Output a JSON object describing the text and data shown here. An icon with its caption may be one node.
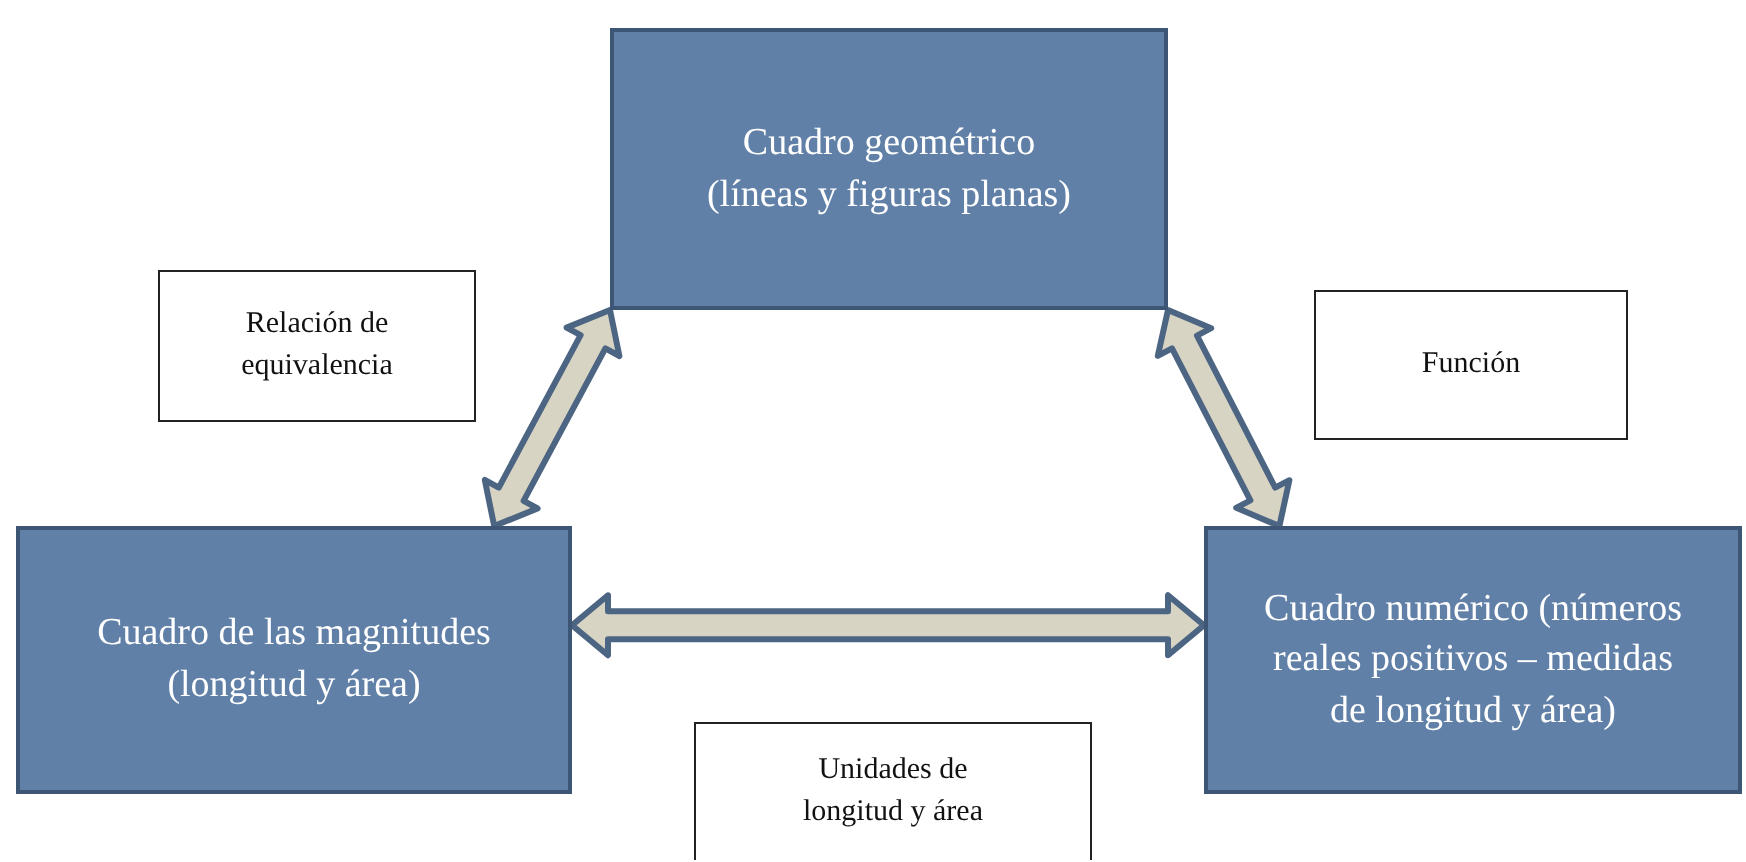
{
  "diagram": {
    "nodes": [
      {
        "text": [
          "Cuadro geométrico (líneas y figuras planas)"
        ]
      },
      {
        "text": [
          "Relación de equivalencia"
        ]
      },
      {
        "text": [
          "Función"
        ]
      },
      {
        "text": [
          "Cuadro de las magnitudes (longitud y área)"
        ]
      },
      {
        "text": [
          "Cuadro numérico (números reales positivos – medidas de longitud y área)"
        ]
      },
      {
        "text": [
          "Unidades de longitud  y área"
        ]
      }
    ],
    "edges": [
      {
        "from": 3,
        "to": 0,
        "arrow": "both"
      },
      {
        "from": 0,
        "to": 4,
        "arrow": "both"
      },
      {
        "from": 3,
        "to": 4,
        "arrow": "both"
      }
    ]
  }
}
